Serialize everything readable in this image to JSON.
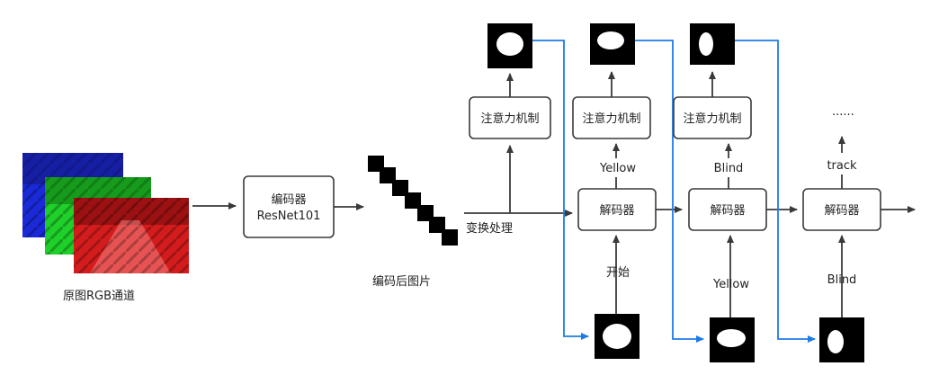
{
  "labels": {
    "rgb_caption": "原图RGB通道",
    "encoder_line1": "编码器",
    "encoder_line2": "ResNet101",
    "encoded_caption": "编码后图片",
    "transform": "变换处理",
    "attention": "注意力机制",
    "decoder": "解码器",
    "start": "开始",
    "yellow": "Yellow",
    "blind": "Blind",
    "track": "track",
    "ellipsis": "......"
  },
  "colors": {
    "stroke": "#3a3a3a",
    "feedback": "#1e7be6",
    "channel_blue": "#1a2ad8",
    "channel_green": "#1fcf2a",
    "channel_red": "#d41c1c"
  }
}
